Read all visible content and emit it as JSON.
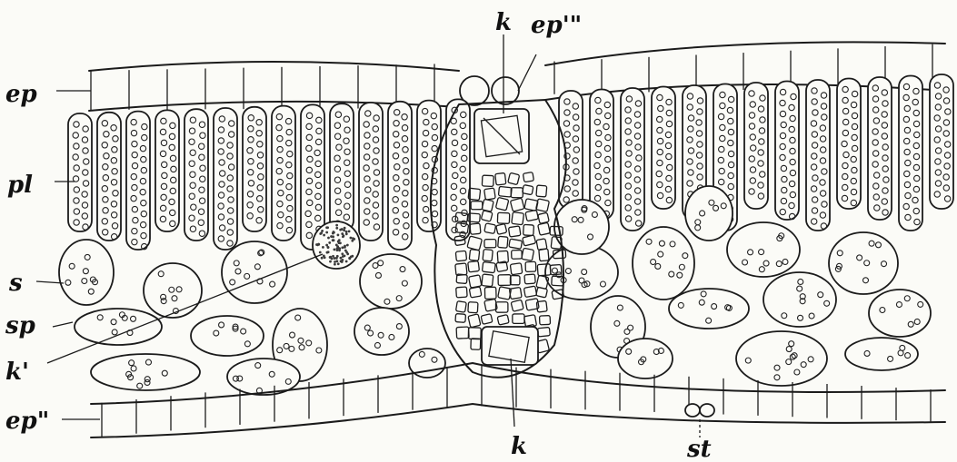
{
  "labels": {
    "ep": "ep",
    "pl": "pl",
    "s": "s",
    "sp": "sp",
    "k_prime": "k'",
    "ep_double": "ep\"",
    "k_top": "k",
    "ep_triple": "ep'\"",
    "k_bottom": "k",
    "st": "st"
  },
  "colors": {
    "ink": "#1b1b1b",
    "paper": "#fbfbf7",
    "crystal_cell": "#3a3a3a"
  }
}
